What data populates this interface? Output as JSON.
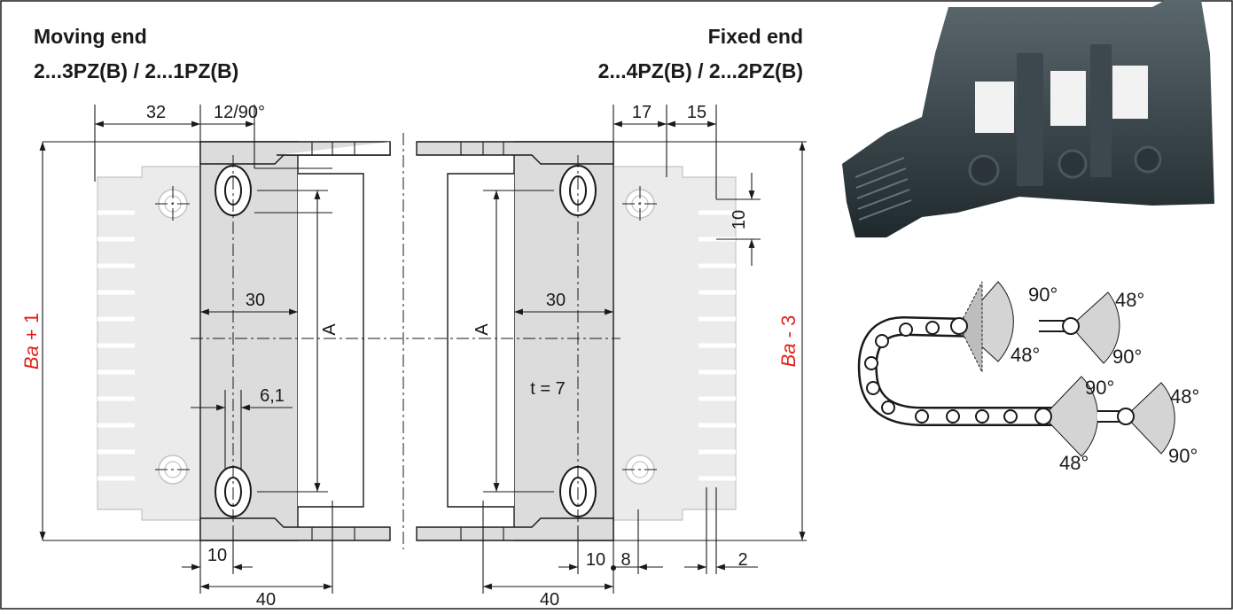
{
  "headers": {
    "moving_title": "Moving end",
    "moving_part": "2...3PZ(B) / 2...1PZ(B)",
    "fixed_title": "Fixed end",
    "fixed_part": "2...4PZ(B) / 2...2PZ(B)"
  },
  "dimensions": {
    "d32": "32",
    "d12_90": "12/90°",
    "d17": "17",
    "d15": "15",
    "d10_right": "10",
    "d30_left": "30",
    "d30_right": "30",
    "a_left": "A",
    "a_right": "A",
    "t7": "t = 7",
    "d6_1": "6,1",
    "d10_bl": "10",
    "d40_left": "40",
    "d10_br": "10",
    "d8": "8",
    "d2": "2",
    "d40_right": "40"
  },
  "side_labels": {
    "left_italic": "Ba",
    "left_suffix": " + 1",
    "right_italic": "Ba",
    "right_suffix": " - 3"
  },
  "angles": {
    "a1_top": "90°",
    "a1_bottom": "48°",
    "a2_top": "48°",
    "a2_bottom": "90°",
    "a3_top": "90°",
    "a3_bottom": "48°",
    "a4_top": "48°",
    "a4_bottom": "90°"
  },
  "colors": {
    "accent_red": "#e2231a",
    "bracket_gray": "#dcdcdc",
    "ghost_gray": "#ebebeb",
    "chain_dark": "#2e3a3f"
  }
}
